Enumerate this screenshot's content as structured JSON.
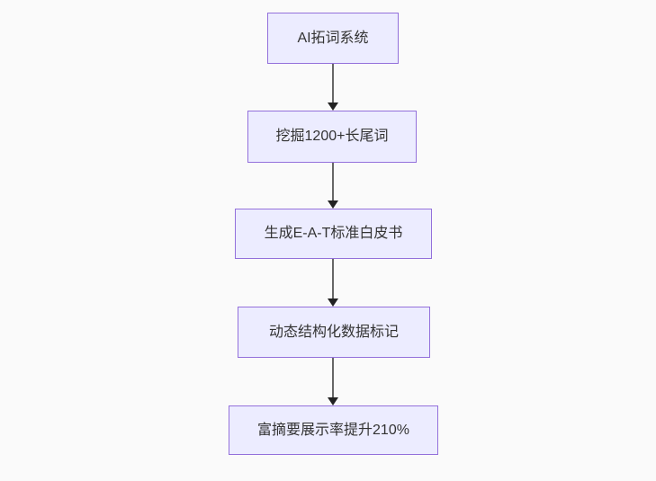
{
  "diagram": {
    "type": "flowchart",
    "direction": "top-down",
    "nodes": [
      {
        "id": "A",
        "label": "AI拓词系统"
      },
      {
        "id": "B",
        "label": "挖掘1200+长尾词"
      },
      {
        "id": "C",
        "label": "生成E-A-T标准白皮书"
      },
      {
        "id": "D",
        "label": "动态结构化数据标记"
      },
      {
        "id": "E",
        "label": "富摘要展示率提升210%"
      }
    ],
    "edges": [
      {
        "from": "A",
        "to": "B"
      },
      {
        "from": "B",
        "to": "C"
      },
      {
        "from": "C",
        "to": "D"
      },
      {
        "from": "D",
        "to": "E"
      }
    ]
  },
  "colors": {
    "background": "#fafafa",
    "node_fill": "#ececff",
    "node_border": "#9370db",
    "node_text": "#333333",
    "edge_line": "#666666",
    "edge_arrowhead": "#222222"
  }
}
